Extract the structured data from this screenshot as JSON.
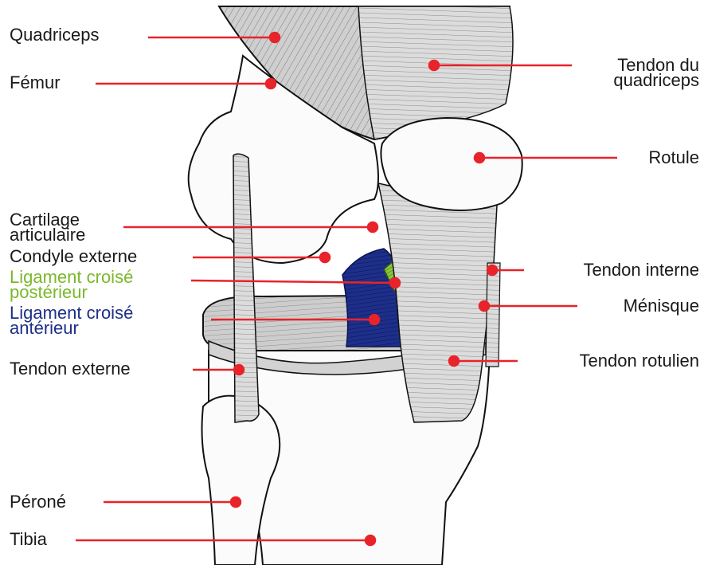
{
  "colors": {
    "leader": "#e8232a",
    "label_text": "#1a1a1a",
    "posterior_ligament": "#7ab82a",
    "anterior_ligament": "#1d2f8a",
    "bone": "#fbfbfb",
    "tendon": "#d6d6d6",
    "outline": "#111111"
  },
  "labels": {
    "quadriceps": "Quadriceps",
    "femur": "Fémur",
    "cartilage": "Cartilage\narticulaire",
    "condyle": "Condyle externe",
    "lcp": "Ligament croisé\npostérieur",
    "lca": "Ligament croisé\nantérieur",
    "tendon_externe": "Tendon externe",
    "perone": "Péroné",
    "tibia": "Tibia",
    "tendon_quadriceps": "Tendon du\nquadriceps",
    "rotule": "Rotule",
    "tendon_interne": "Tendon interne",
    "menisque": "Ménisque",
    "tendon_rotulien": "Tendon rotulien"
  }
}
